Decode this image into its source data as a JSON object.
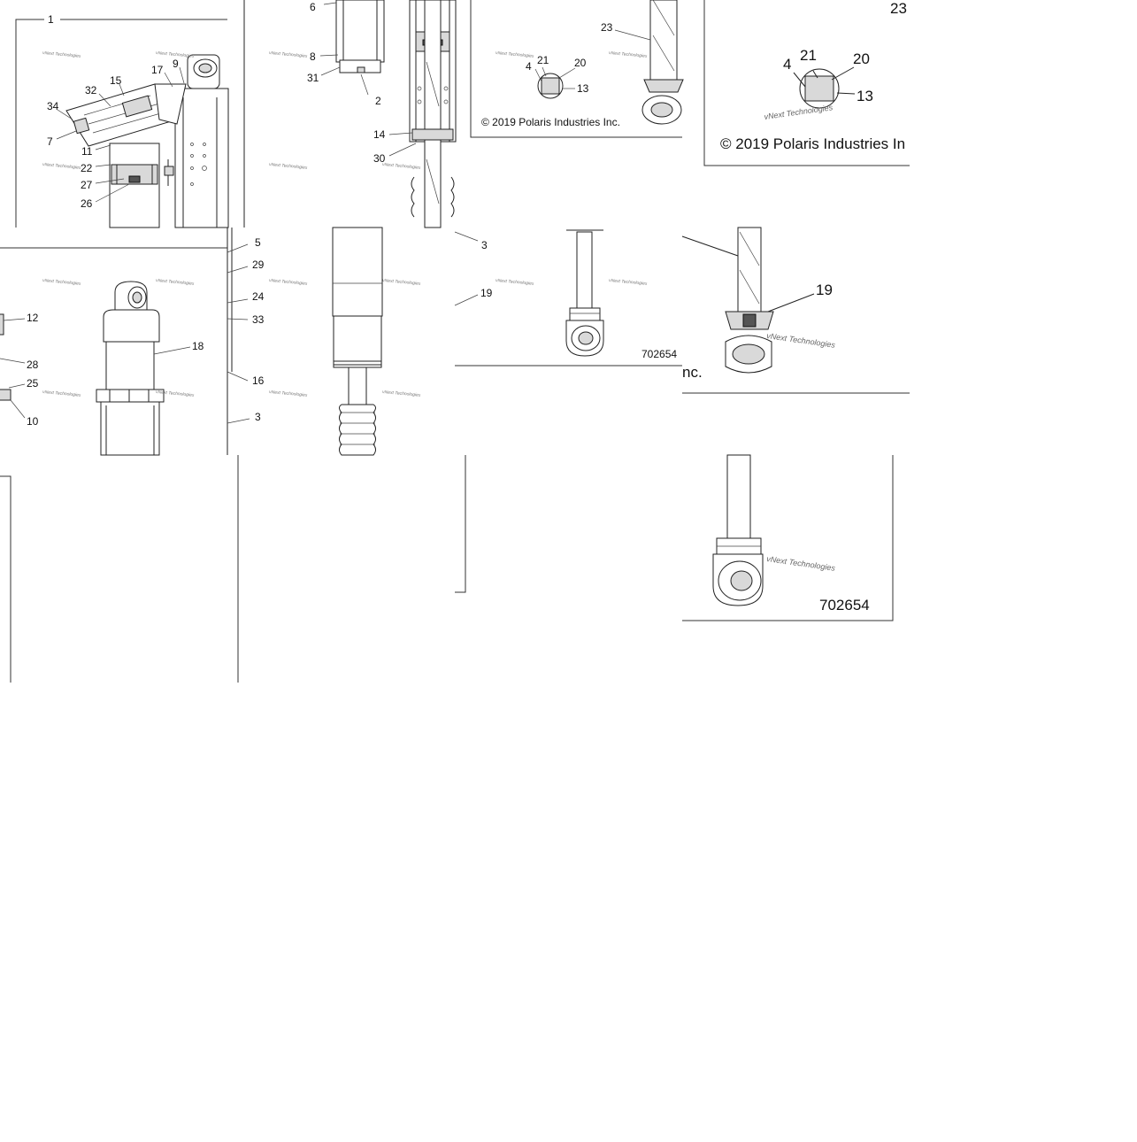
{
  "watermark": "vNext Technologies",
  "copyright": "© 2019 Polaris Industries Inc.",
  "copyright_clipped": "© 2019 Polaris Industries In",
  "copyright_tail": "nc.",
  "figure_number": "702654",
  "callouts": {
    "c1": "1",
    "c2": "2",
    "c3": "3",
    "c4": "4",
    "c5": "5",
    "c6": "6",
    "c7": "7",
    "c8": "8",
    "c9": "9",
    "c10": "10",
    "c11": "11",
    "c12": "12",
    "c13": "13",
    "c14": "14",
    "c15": "15",
    "c16": "16",
    "c17": "17",
    "c18": "18",
    "c19": "19",
    "c20": "20",
    "c21": "21",
    "c22": "22",
    "c23": "23",
    "c24": "24",
    "c25": "25",
    "c26": "26",
    "c27": "27",
    "c28": "28",
    "c29": "29",
    "c30": "30",
    "c31": "31",
    "c32": "32",
    "c33": "33",
    "c34": "34"
  }
}
